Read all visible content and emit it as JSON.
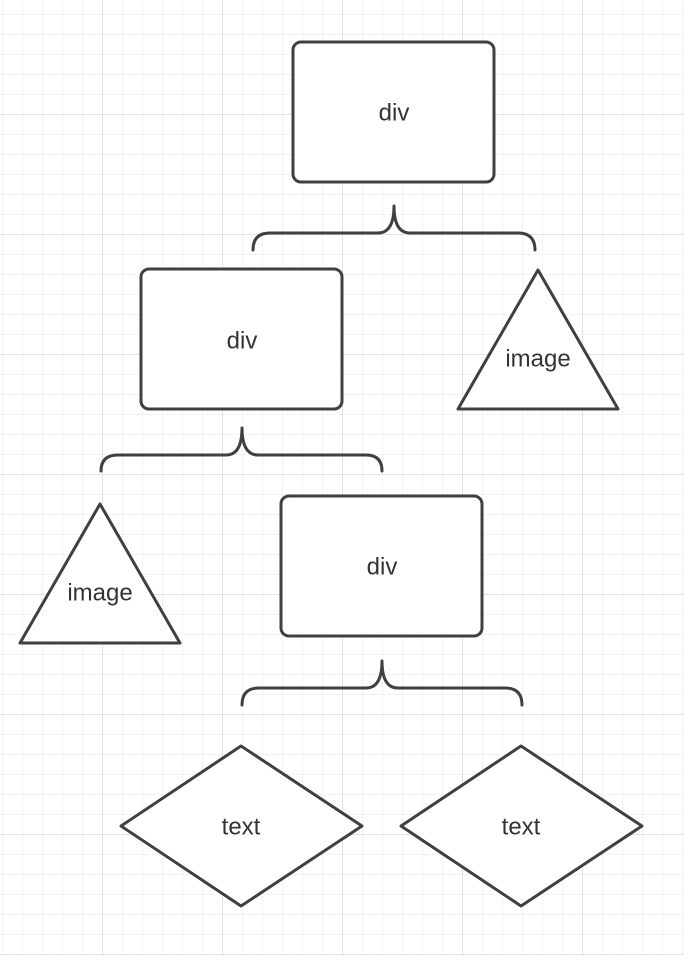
{
  "diagram": {
    "nodes": {
      "div_root": "div",
      "div_middle": "div",
      "image_right": "image",
      "image_left": "image",
      "div_inner": "div",
      "text_left": "text",
      "text_right": "text"
    }
  }
}
